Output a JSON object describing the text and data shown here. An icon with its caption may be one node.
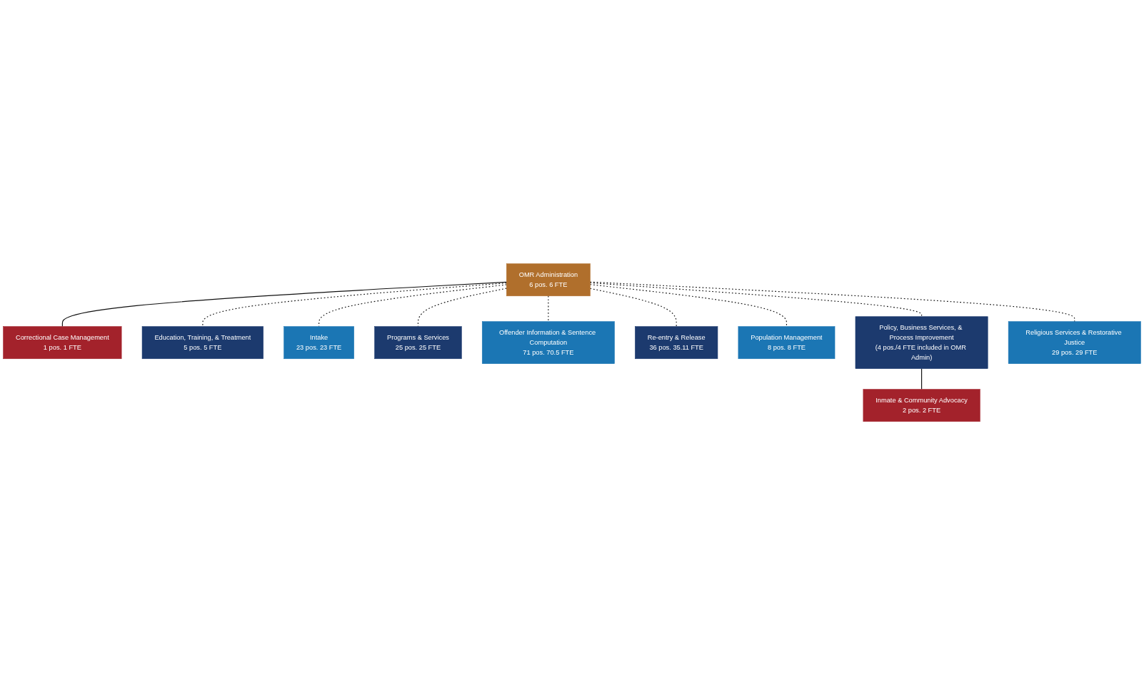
{
  "diagram": {
    "nodes": [
      {
        "text": [
          "OMR Administration",
          "6 pos. 6 FTE"
        ]
      },
      {
        "text": [
          "Correctional Case Management",
          "1 pos. 1 FTE"
        ]
      },
      {
        "text": [
          "Education, Training, & Treatment",
          "5 pos. 5 FTE"
        ]
      },
      {
        "text": [
          "Intake",
          "23 pos. 23 FTE"
        ]
      },
      {
        "text": [
          "Programs & Services",
          "25 pos. 25 FTE"
        ]
      },
      {
        "text": [
          "Offender Information & Sentence Computation",
          "71 pos. 70.5 FTE"
        ]
      },
      {
        "text": [
          "Re-entry & Release",
          "36 pos. 35.11 FTE"
        ]
      },
      {
        "text": [
          "Population Management",
          "8 pos. 8 FTE"
        ]
      },
      {
        "text": [
          "Policy, Business Services, & Process Improvement",
          "(4 pos./4 FTE included in OMR Admin)"
        ]
      },
      {
        "text": [
          "Religious Services & Restorative Justice",
          "29 pos. 29 FTE"
        ]
      },
      {
        "text": [
          "Inmate & Community Advocacy",
          "2 pos. 2 FTE"
        ]
      }
    ],
    "edges": [
      {
        "from": 0,
        "to": 1,
        "arrow": "none"
      },
      {
        "from": 0,
        "to": 2,
        "arrow": "none",
        "style": "dashed"
      },
      {
        "from": 0,
        "to": 3,
        "arrow": "none",
        "style": "dashed"
      },
      {
        "from": 0,
        "to": 4,
        "arrow": "none",
        "style": "dashed"
      },
      {
        "from": 0,
        "to": 5,
        "arrow": "none",
        "style": "dashed"
      },
      {
        "from": 0,
        "to": 6,
        "arrow": "none",
        "style": "dashed"
      },
      {
        "from": 0,
        "to": 7,
        "arrow": "none",
        "style": "dashed"
      },
      {
        "from": 0,
        "to": 8,
        "arrow": "none",
        "style": "dashed"
      },
      {
        "from": 0,
        "to": 9,
        "arrow": "none",
        "style": "dashed"
      },
      {
        "from": 8,
        "to": 10,
        "arrow": "none"
      }
    ]
  }
}
